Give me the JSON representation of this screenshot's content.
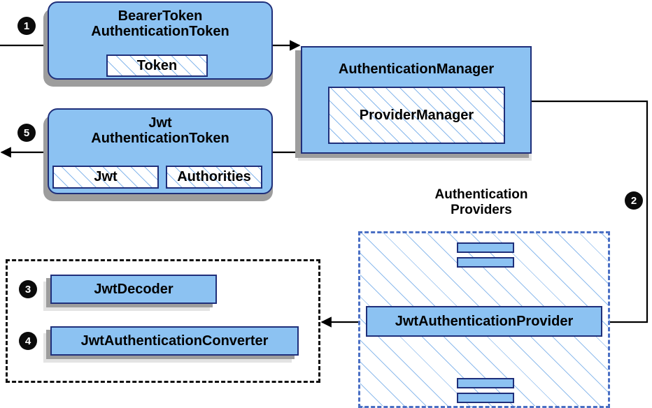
{
  "diagram": {
    "title": "Spring Security JWT Bearer Token Authentication Flow",
    "colors": {
      "node_fill": "#8cc2f2",
      "node_border": "#1f2f7a",
      "hatch_line": "#82b4eb",
      "shadow_dark": "#9d9d9d",
      "shadow_light": "#e3e3e3",
      "dashed_blue": "#4a6fc4",
      "dashed_black": "#111111",
      "badge_fill": "#0b0b0b",
      "badge_text": "#ffffff",
      "arrow": "#000000"
    }
  },
  "badges": [
    {
      "id": "step-1",
      "label": "❶",
      "number": "1"
    },
    {
      "id": "step-2",
      "label": "❷",
      "number": "2"
    },
    {
      "id": "step-3",
      "label": "❸",
      "number": "3"
    },
    {
      "id": "step-4",
      "label": "❹",
      "number": "4"
    },
    {
      "id": "step-5",
      "label": "❺",
      "number": "5"
    }
  ],
  "nodes": {
    "bearer_token": {
      "title": "BearerToken\nAuthenticationToken",
      "child": "Token"
    },
    "jwt_token": {
      "title": "Jwt\nAuthenticationToken",
      "child_left": "Jwt",
      "child_right": "Authorities"
    },
    "authentication_manager": {
      "title": "AuthenticationManager",
      "child": "ProviderManager"
    },
    "jwt_authentication_provider": {
      "title": "JwtAuthenticationProvider"
    },
    "jwt_decoder": {
      "title": "JwtDecoder"
    },
    "jwt_authentication_converter": {
      "title": "JwtAuthenticationConverter"
    }
  },
  "captions": {
    "authentication_providers": "Authentication\nProviders"
  }
}
